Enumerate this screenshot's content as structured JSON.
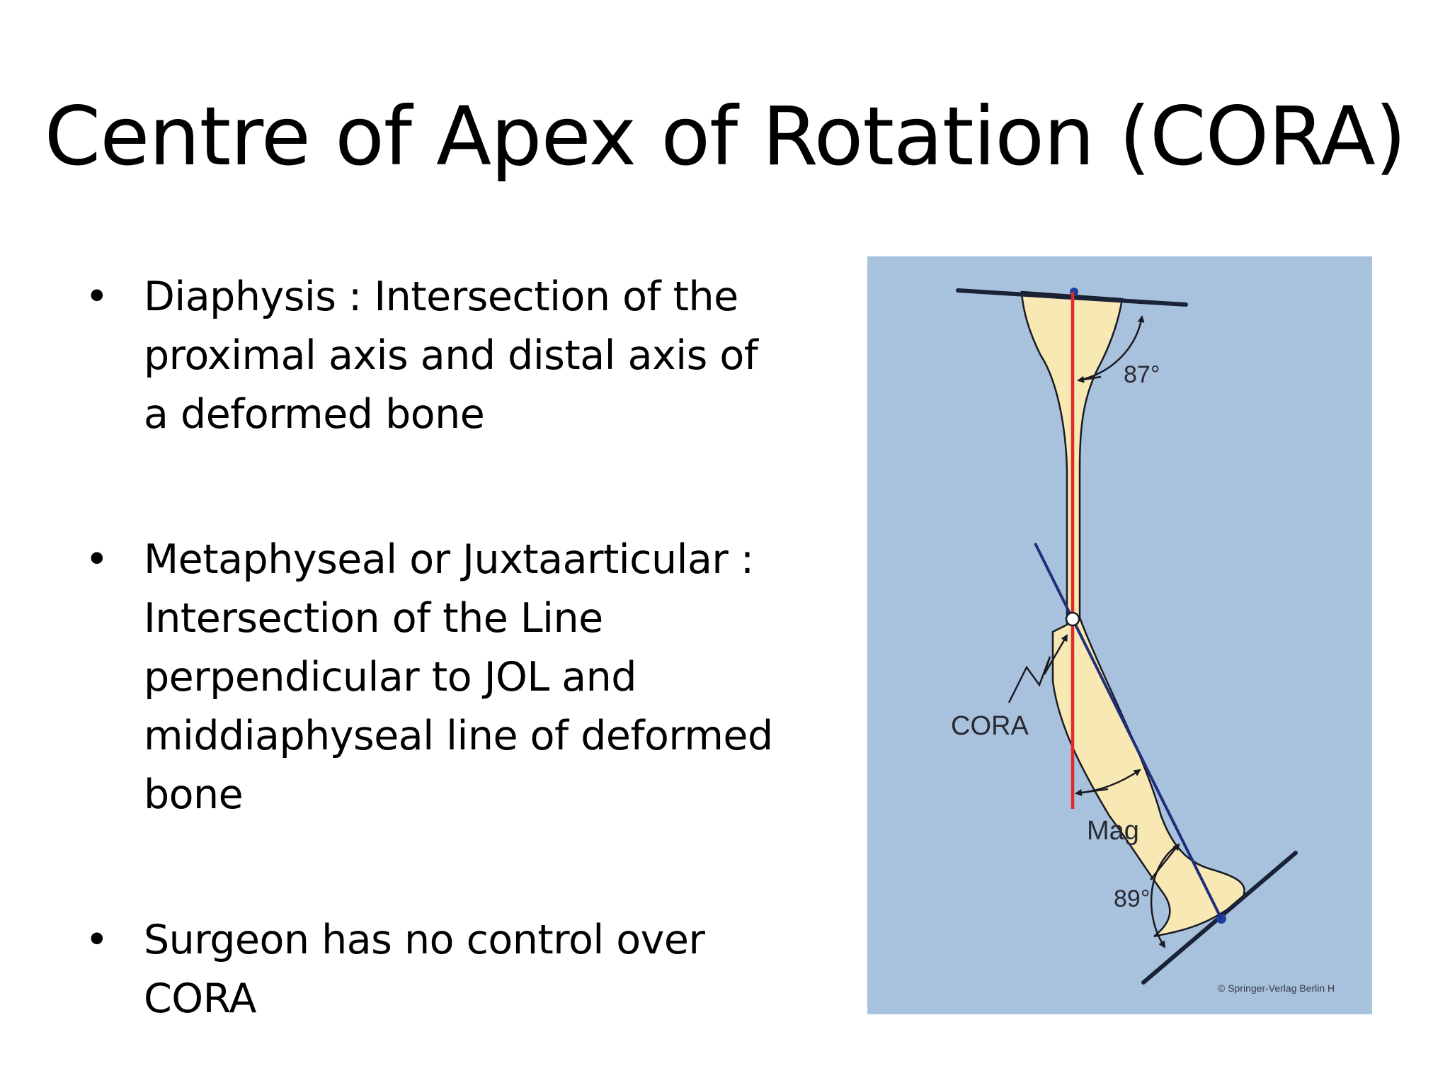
{
  "slide": {
    "title": "Centre of Apex of Rotation (CORA)"
  },
  "bullets": [
    {
      "text": "Diaphysis : Intersection of the proximal axis and distal axis of a deformed bone"
    },
    {
      "text": "Metaphyseal or Juxtaarticular : Intersection of the Line perpendicular to JOL and middiaphyseal line of deformed bone"
    },
    {
      "text": "Surgeon has no control over CORA"
    }
  ],
  "bullet_symbol": "•",
  "figure": {
    "label_proximal_angle": "87°",
    "label_cora": "CORA",
    "label_magnitude": "Mag",
    "label_distal_angle": "89°",
    "credit": "© Springer-Verlag Berlin H"
  },
  "colors": {
    "figure_background": "#a8c2dd",
    "bone_fill": "#f7e8b4",
    "proximal_axis": "#e02a2a",
    "distal_axis": "#1f2f7a",
    "joint_lines": "#1a2238"
  }
}
